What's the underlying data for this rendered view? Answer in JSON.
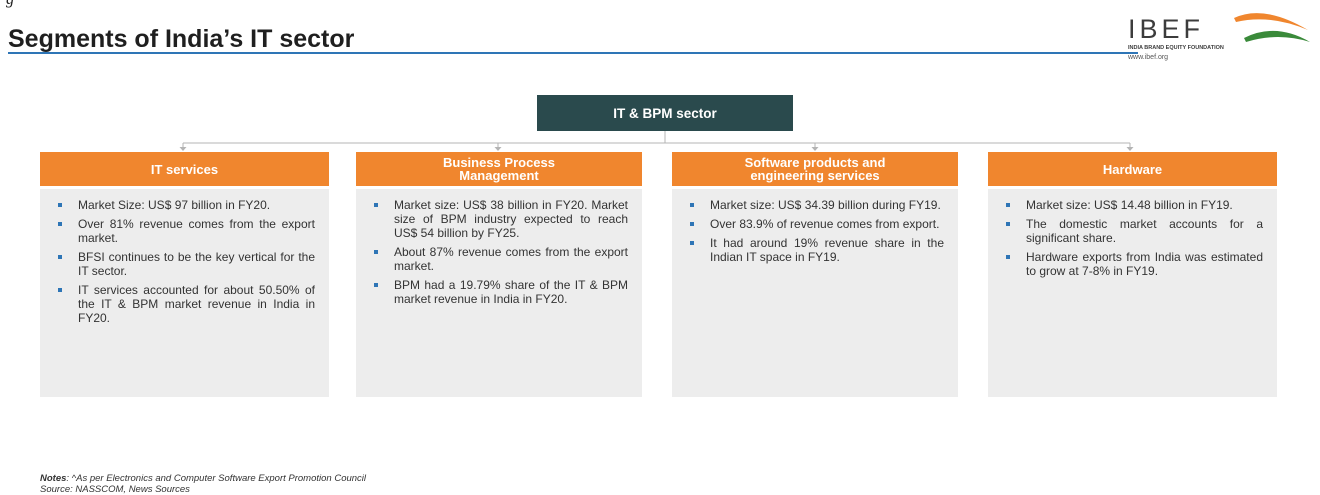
{
  "page": {
    "top_fragment": "g",
    "title": "Segments of India’s IT sector"
  },
  "logo": {
    "word": "IBEF",
    "tagline": "INDIA BRAND EQUITY FOUNDATION",
    "url": "www.ibef.org",
    "colors": {
      "orange": "#f0862e",
      "green": "#3a8a3a",
      "text": "#3c3c3c"
    }
  },
  "diagram": {
    "root": "IT & BPM sector",
    "segments": [
      {
        "title": "IT services",
        "bullets": [
          "Market Size: US$ 97 billion in FY20.",
          "Over 81% revenue comes from the export market.",
          "BFSI continues to be the key vertical for the IT sector.",
          "IT services accounted for about 50.50% of the IT & BPM market revenue in India in FY20."
        ]
      },
      {
        "title": "Business Process\nManagement",
        "bullets": [
          "Market size: US$ 38 billion in FY20. Market size of BPM industry expected to reach US$ 54 billion by FY25.",
          "About 87% revenue comes from the export market.",
          "BPM had a 19.79% share of the IT & BPM market revenue in India in FY20."
        ]
      },
      {
        "title": "Software products and\nengineering services",
        "bullets": [
          "Market size: US$ 34.39 billion during FY19.",
          "Over 83.9% of revenue comes from export.",
          "It had around 19% revenue share in the Indian IT space in FY19."
        ]
      },
      {
        "title": "Hardware",
        "bullets": [
          "Market size: US$ 14.48 billion in FY19.",
          "The domestic market accounts for a significant share.",
          "Hardware exports from India was estimated to grow at 7-8% in FY19."
        ]
      }
    ],
    "colors": {
      "root": "#2a4a4d",
      "header": "#f0862e",
      "body": "#ededed",
      "connector": "#b4b4b4",
      "bullet": "#2e75b6"
    }
  },
  "footer": {
    "notes_label": "Notes",
    "notes_text": ": ^As per Electronics and Computer Software Export Promotion Council",
    "source_text": "Source: NASSCOM, News Sources"
  }
}
